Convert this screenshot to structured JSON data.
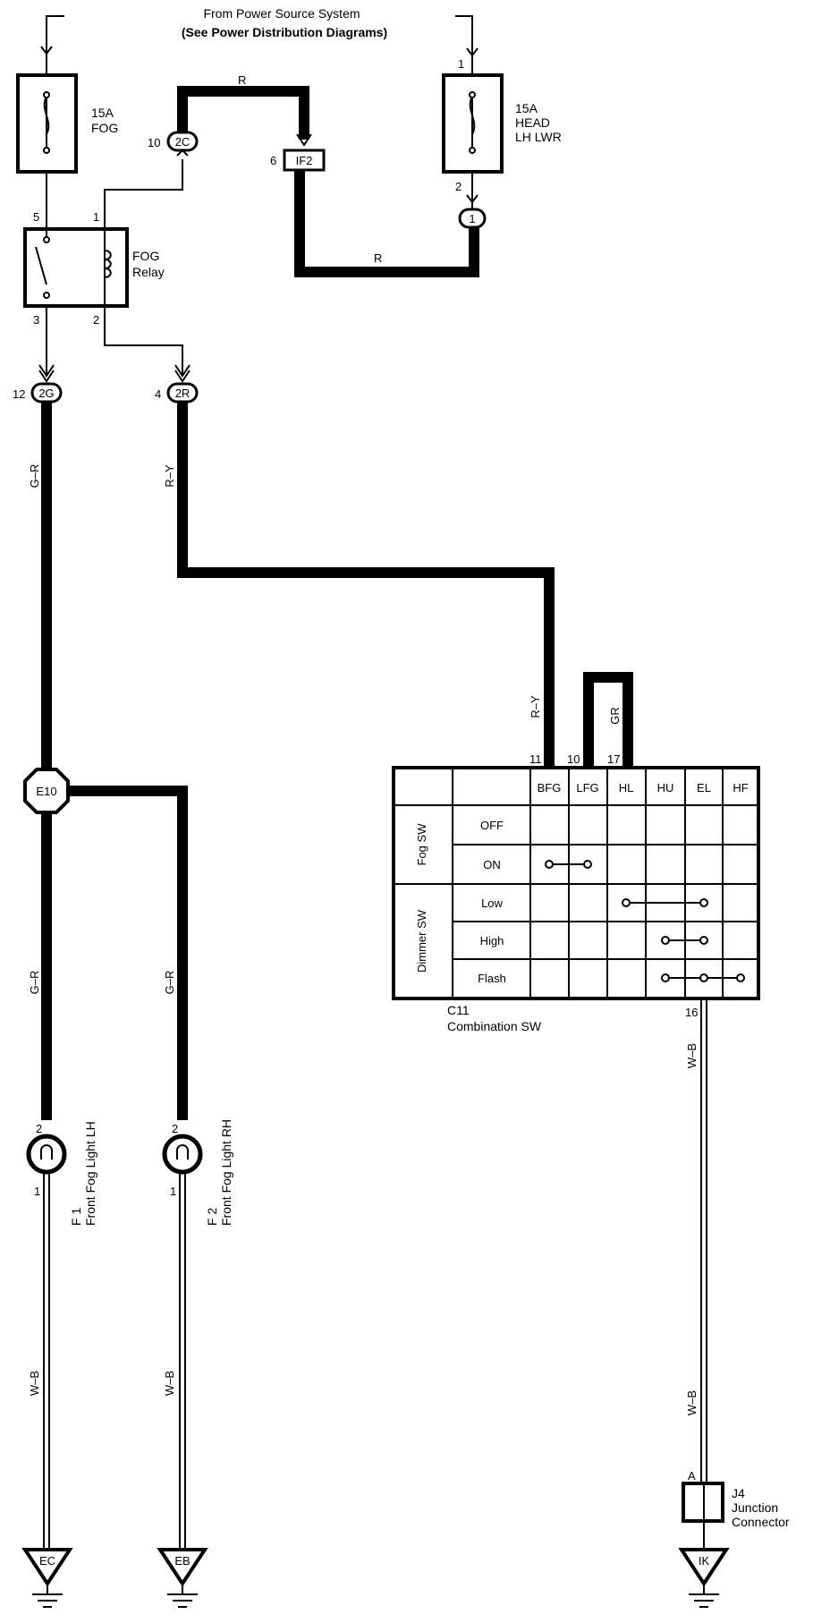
{
  "title": {
    "line1": "From Power Source System",
    "line2": "(See Power Distribution Diagrams)"
  },
  "fuse_fog": {
    "rating": "15A",
    "name": "FOG"
  },
  "fuse_head": {
    "rating": "15A",
    "name_line1": "HEAD",
    "name_line2": "LH LWR",
    "pin_top": "1",
    "pin_bottom": "2"
  },
  "connectors": {
    "c2C": {
      "code": "2C",
      "pin": "10"
    },
    "cIF2": {
      "code": "IF2",
      "pin": "6"
    },
    "c1": {
      "code": "1"
    },
    "c2G": {
      "code": "2G",
      "pin": "12"
    },
    "c2R": {
      "code": "2R",
      "pin": "4"
    },
    "cE10": {
      "code": "E10"
    }
  },
  "wires": {
    "r_top": "R",
    "r_bottom": "R",
    "g_r_1": "G–R",
    "r_y_1": "R–Y",
    "r_y_2": "R–Y",
    "g_r_2": "G–R",
    "g_r_3": "G–R",
    "gr": "GR",
    "w_b_1": "W–B",
    "w_b_2": "W–B",
    "w_b_3": "W–B",
    "w_b_4": "W–B"
  },
  "relay": {
    "name_line1": "FOG",
    "name_line2": "Relay",
    "pin1": "1",
    "pin2": "2",
    "pin3": "3",
    "pin5": "5"
  },
  "switch": {
    "id": "C11",
    "name": "Combination SW",
    "columns": [
      "BFG",
      "LFG",
      "HL",
      "HU",
      "EL",
      "HF"
    ],
    "col_pins": [
      "11",
      "10",
      "17"
    ],
    "group_fog": "Fog SW",
    "group_dimmer": "Dimmer SW",
    "rows": [
      "OFF",
      "ON",
      "Low",
      "High",
      "Flash"
    ],
    "bottom_pin": "16"
  },
  "lights": {
    "lh": {
      "id": "F 1",
      "name": "Front Fog Light LH",
      "pin_top": "2",
      "pin_bottom": "1"
    },
    "rh": {
      "id": "F 2",
      "name": "Front Fog Light RH",
      "pin_top": "2",
      "pin_bottom": "1"
    }
  },
  "junction": {
    "id": "J4",
    "name_line1": "Junction",
    "name_line2": "Connector",
    "pin": "A"
  },
  "grounds": {
    "ec": "EC",
    "eb": "EB",
    "ik": "IK"
  }
}
